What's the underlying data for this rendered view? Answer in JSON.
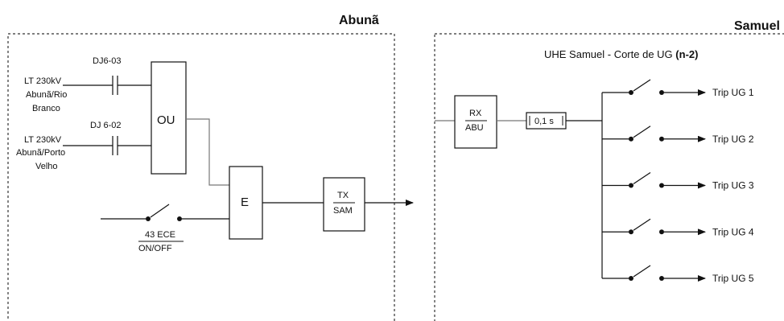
{
  "regions": {
    "left": {
      "title": "Abunã"
    },
    "right": {
      "title": "Samuel",
      "subtitle_prefix": "UHE Samuel - Corte de UG",
      "subtitle_bold": "(n-2)"
    }
  },
  "inputs": {
    "line1": {
      "label_lines": [
        "LT 230kV",
        "Abunã/Rio",
        "Branco"
      ],
      "breaker": "DJ6-03"
    },
    "line2": {
      "label_lines": [
        "LT 230kV",
        "Abunã/Porto",
        "Velho"
      ],
      "breaker": "DJ 6-02"
    }
  },
  "blocks": {
    "or_gate": "OU",
    "and_gate": "E",
    "tx": {
      "top": "TX",
      "bottom": "SAM"
    },
    "rx": {
      "top": "RX",
      "bottom": "ABU"
    },
    "timer": "0,1 s"
  },
  "switch_43": {
    "line1": "43 ECE",
    "line2": "ON/OFF"
  },
  "trips": [
    "Trip UG 1",
    "Trip UG 2",
    "Trip UG 3",
    "Trip UG 4",
    "Trip UG 5"
  ]
}
